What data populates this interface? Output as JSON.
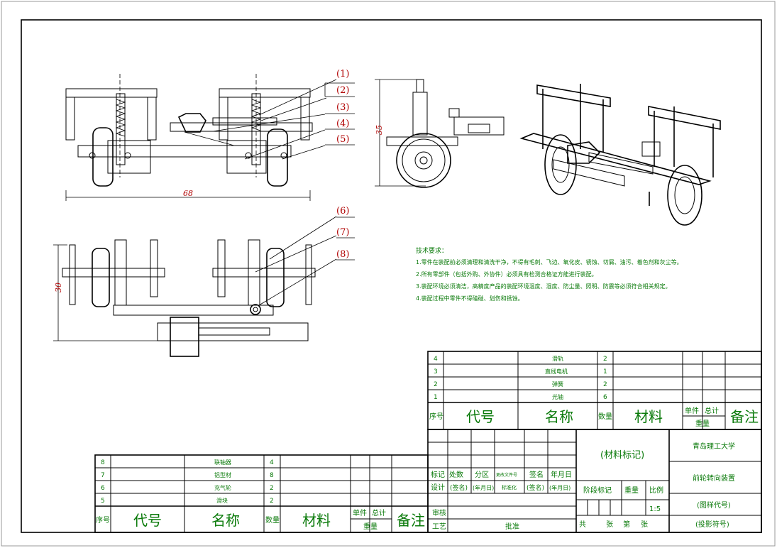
{
  "callouts": [
    "(1)",
    "(2)",
    "(3)",
    "(4)",
    "(5)",
    "(6)",
    "(7)",
    "(8)"
  ],
  "dims": {
    "width_front": "68",
    "height_side": "35",
    "height_top": "30"
  },
  "tech": {
    "title": "技术要求：",
    "lines": [
      "1.零件在装配前必须清理和清洗干净，不得有毛刺、飞边、氧化皮、锈蚀、切屑、油污、着色剂和灰尘等。",
      "2.所有零部件（包括外购、外协件）必须具有检测合格证方能进行装配。",
      "3.装配环境必须清洁，高精度产品的装配环境温度、湿度、防尘量、照明、防震等必须符合相关规定。",
      "4.装配过程中零件不得磕碰、划伤和锈蚀。"
    ]
  },
  "bom_upper": {
    "rows": [
      {
        "no": "4",
        "name": "滑轨",
        "qty": "2"
      },
      {
        "no": "3",
        "name": "直线电机",
        "qty": "1"
      },
      {
        "no": "2",
        "name": "弹簧",
        "qty": "2"
      },
      {
        "no": "1",
        "name": "光轴",
        "qty": "6"
      }
    ],
    "header": {
      "no": "序号",
      "code": "代号",
      "name": "名称",
      "qty": "数量",
      "material": "材料",
      "unit": "单件",
      "total": "总计",
      "weight": "重量",
      "remark": "备注"
    }
  },
  "bom_lower": {
    "rows": [
      {
        "no": "8",
        "name": "联轴器",
        "qty": "4"
      },
      {
        "no": "7",
        "name": "铝型材",
        "qty": "8"
      },
      {
        "no": "6",
        "name": "充气轮",
        "qty": "2"
      },
      {
        "no": "5",
        "name": "滑块",
        "qty": "2"
      }
    ],
    "header": {
      "no": "序号",
      "code": "代号",
      "name": "名称",
      "qty": "数量",
      "material": "材料",
      "unit": "单件",
      "total": "总计",
      "weight": "重量",
      "remark": "备注"
    }
  },
  "title_block": {
    "material_mark": "(材料标记)",
    "school": "青岛理工大学",
    "drawing_name": "前轮转向装置",
    "drawing_no": "(图样代号)",
    "proj_symbol": "(投影符号)",
    "r1": [
      "标记",
      "处数",
      "分区",
      "更改文件号",
      "签名",
      "年月日"
    ],
    "r2": [
      "设计",
      "(签名)",
      "(年月日)",
      "标准化",
      "(签名)",
      "(年月日)"
    ],
    "stage": "阶段标记",
    "weight": "重量",
    "scale_label": "比例",
    "scale": "1:5",
    "review": "审核",
    "process": "工艺",
    "approve": "批准",
    "sheets_total": "共",
    "sheets_word": "张",
    "sheet_no": "第",
    "sheet_word2": "张"
  }
}
